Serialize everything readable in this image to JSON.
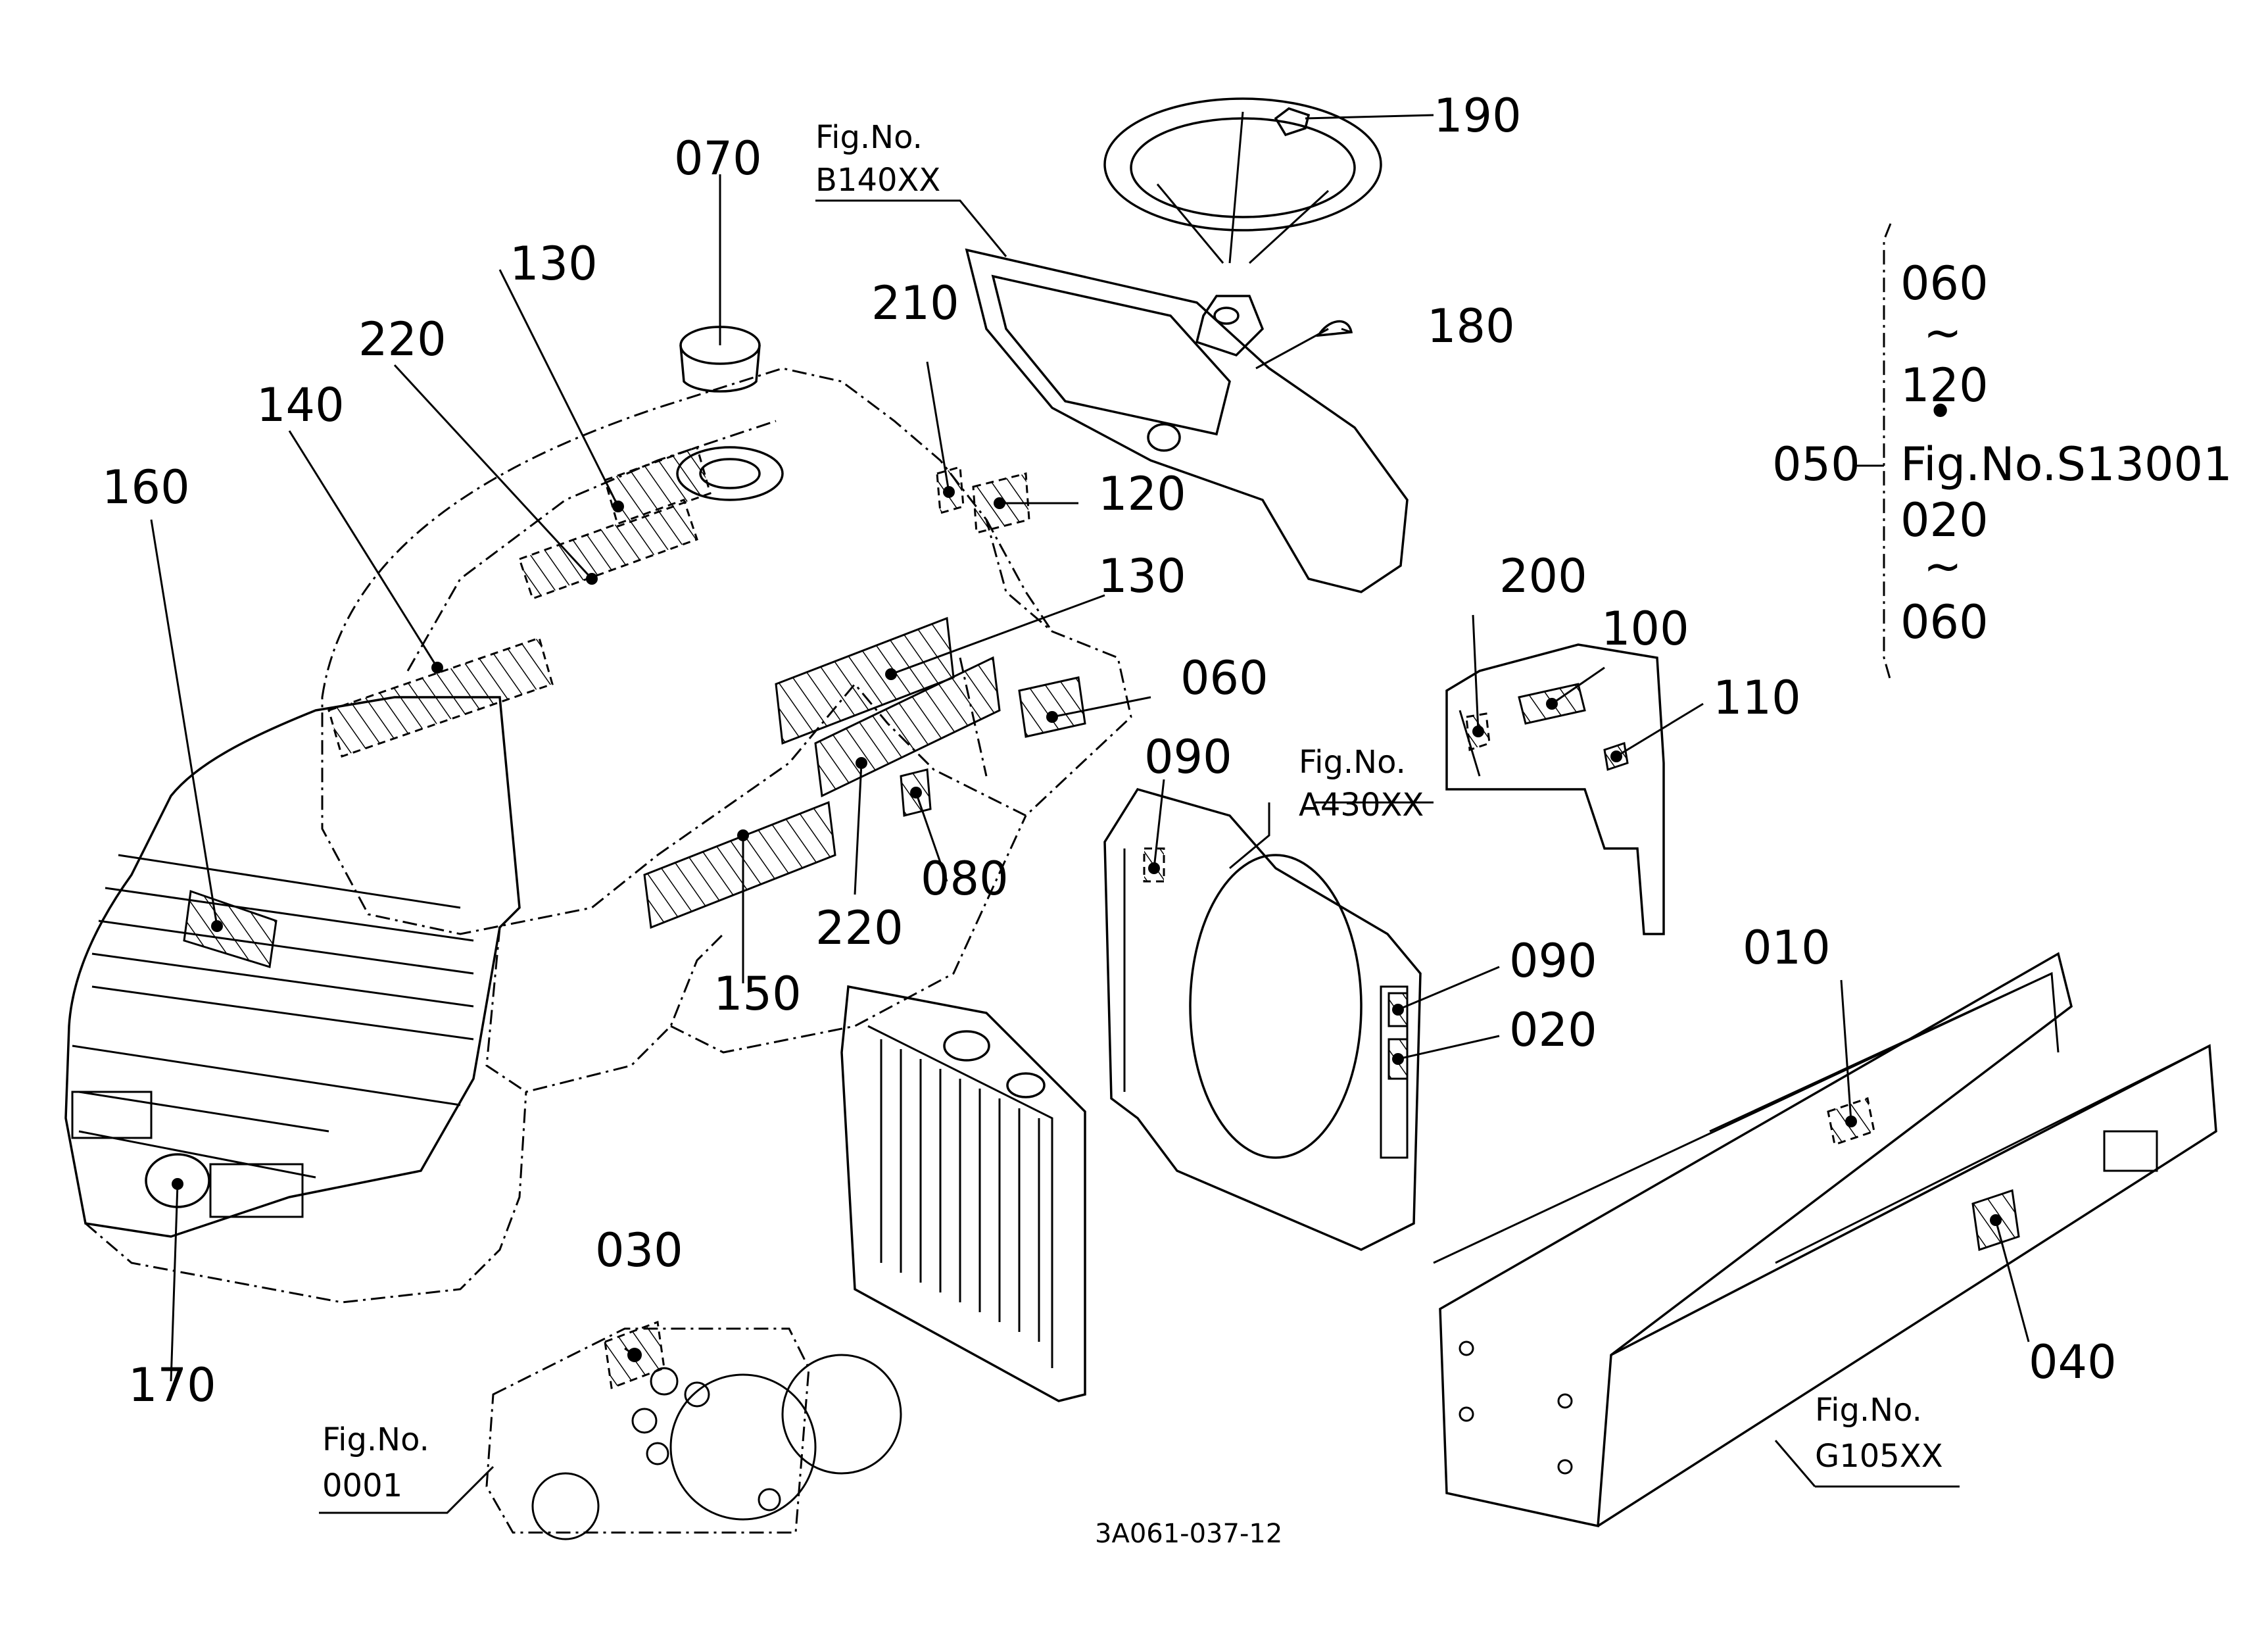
{
  "drawing_number": "3A061-037-12",
  "fig_refs": {
    "b140": {
      "line1": "Fig.No.",
      "line2": "B140XX"
    },
    "a430": {
      "line1": "Fig.No.",
      "line2": "A430XX"
    },
    "g105": {
      "line1": "Fig.No.",
      "line2": "G105XX"
    },
    "f0001": {
      "line1": "Fig.No.",
      "line2": "0001"
    }
  },
  "set_bracket": {
    "label": "050",
    "items": [
      "060",
      "~",
      "120",
      "•",
      "Fig.No.S13001",
      "020",
      "~",
      "060"
    ]
  },
  "callouts": {
    "c010": "010",
    "c020": "020",
    "c030": "030",
    "c040": "040",
    "c060": "060",
    "c070": "070",
    "c080": "080",
    "c090a": "090",
    "c090b": "090",
    "c100": "100",
    "c110": "110",
    "c120": "120",
    "c130a": "130",
    "c130b": "130",
    "c140": "140",
    "c150": "150",
    "c160": "160",
    "c170": "170",
    "c180": "180",
    "c190": "190",
    "c200": "200",
    "c210": "210",
    "c220a": "220",
    "c220b": "220"
  }
}
